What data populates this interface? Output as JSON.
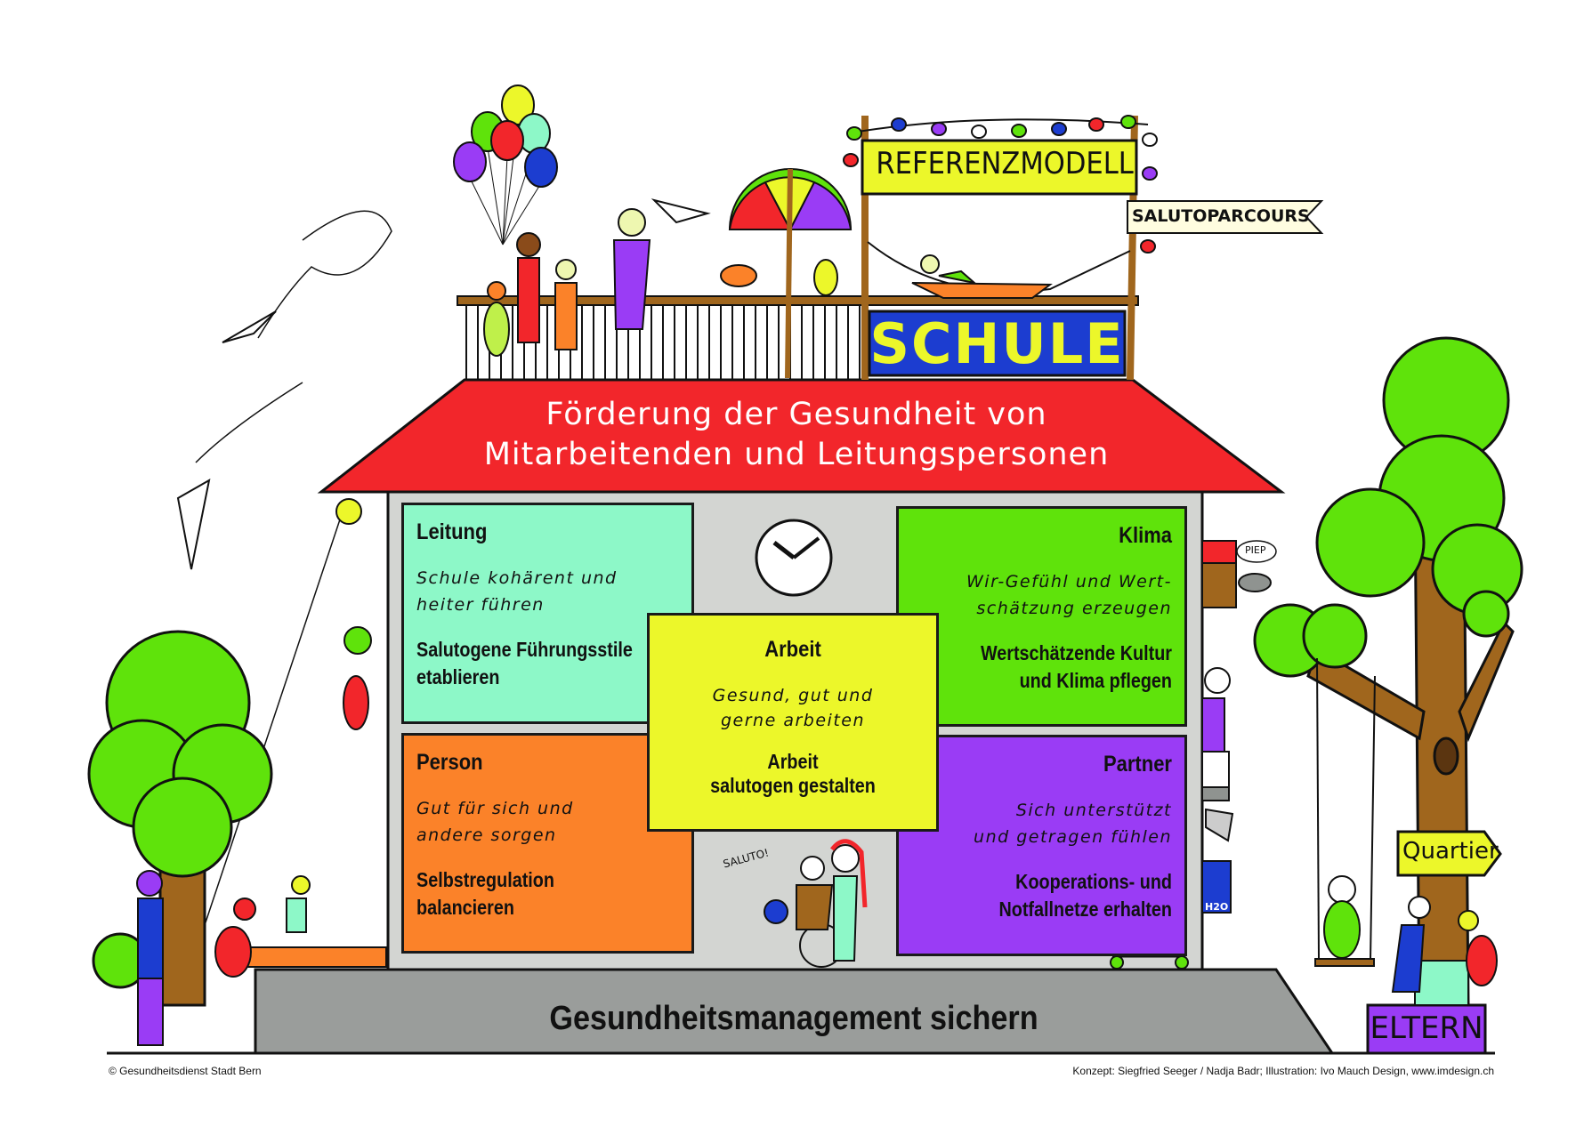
{
  "roof": {
    "line1": "Förderung der Gesundheit von",
    "line2": "Mitarbeitenden und Leitungspersonen"
  },
  "signs": {
    "referenz": "REFERENZMODELL",
    "parcours": "SALUTOPARCOURS",
    "schule": "SCHULE",
    "quartier": "Quartier",
    "eltern": "ELTERN"
  },
  "boxes": {
    "leitung": {
      "title": "Leitung",
      "lines": [
        "Schule kohärent und",
        "heiter führen"
      ],
      "bold": [
        "Salutogene Führungsstile",
        "etablieren"
      ]
    },
    "klima": {
      "title": "Klima",
      "lines": [
        "Wir-Gefühl und Wert-",
        "schätzung erzeugen"
      ],
      "bold": [
        "Wertschätzende Kultur",
        "und Klima pflegen"
      ]
    },
    "arbeit": {
      "title": "Arbeit",
      "lines": [
        "Gesund, gut und",
        "gerne arbeiten"
      ],
      "bold": [
        "Arbeit",
        "salutogen gestalten"
      ]
    },
    "person": {
      "title": "Person",
      "lines": [
        "Gut für sich und",
        "andere sorgen"
      ],
      "bold": [
        "Selbstregulation",
        "balancieren"
      ]
    },
    "partner": {
      "title": "Partner",
      "lines": [
        "Sich unterstützt",
        "und getragen fühlen"
      ],
      "bold": [
        "Kooperations- und",
        "Notfallnetze erhalten"
      ]
    }
  },
  "base": {
    "label": "Gesundheitsmanagement sichern"
  },
  "bubbles": {
    "saluto": "SALUTO!",
    "piep": "PIEP",
    "h2o": "H2O"
  },
  "footer": {
    "left": "© Gesundheitsdienst Stadt Bern",
    "right": "Konzept: Siegfried Seeger / Nadja Badr; Illustration: Ivo Mauch Design, www.imdesign.ch"
  },
  "colors": {
    "roof": "#f2262b",
    "leitung": "#8df8c8",
    "klima": "#5fe30b",
    "arbeit": "#ecf72a",
    "person": "#fb8229",
    "partner": "#9a3cf5",
    "building": "#d3d5d2",
    "base": "#9a9d9b",
    "schule": "#1c3dd0"
  }
}
